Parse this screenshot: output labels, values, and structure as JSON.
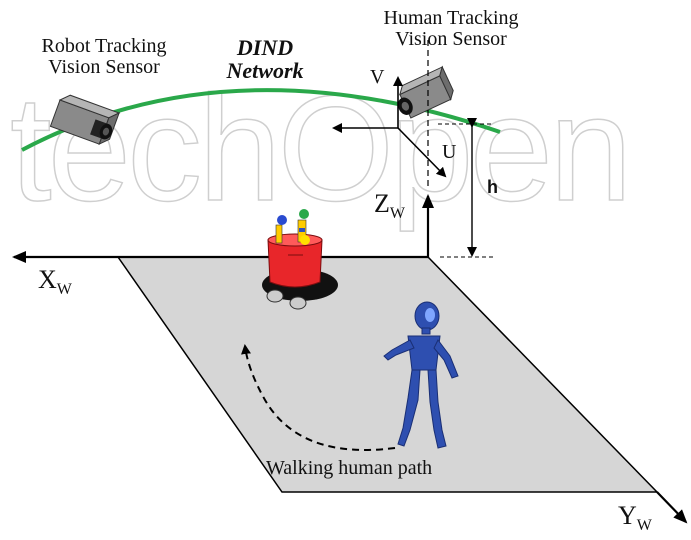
{
  "watermark": "techOpen",
  "labels": {
    "robot_sensor": [
      "Robot Tracking",
      "Vision Sensor"
    ],
    "network": [
      "DIND",
      "Network"
    ],
    "human_sensor": [
      "Human Tracking",
      "Vision Sensor"
    ],
    "v_axis": "V",
    "u_axis": "U",
    "height": "h",
    "zw_main": "Z",
    "zw_sub": "W",
    "xw_main": "X",
    "xw_sub": "W",
    "yw_main": "Y",
    "yw_sub": "W",
    "path_caption": "Walking human path"
  },
  "colors": {
    "network_line": "#2aa84a",
    "floor": "#d6d6d6",
    "robot_body": "#e8262a",
    "human_figure": "#2e4fb0"
  }
}
